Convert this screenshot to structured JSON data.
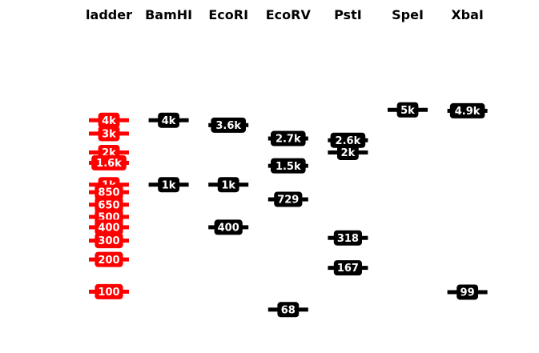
{
  "chart_data": {
    "type": "gel",
    "size_axis": "log",
    "ladder_color": "#ff0000",
    "digest_color": "#000000",
    "label_text_color": "#ffffff",
    "lanes": [
      {
        "name": "ladder",
        "role": "ladder",
        "bands": [
          {
            "size": 4000,
            "label": "4k"
          },
          {
            "size": 3000,
            "label": "3k"
          },
          {
            "size": 2000,
            "label": "2k"
          },
          {
            "size": 1600,
            "label": "1.6k"
          },
          {
            "size": 1000,
            "label": "1k"
          },
          {
            "size": 850,
            "label": "850"
          },
          {
            "size": 650,
            "label": "650"
          },
          {
            "size": 500,
            "label": "500"
          },
          {
            "size": 400,
            "label": "400"
          },
          {
            "size": 300,
            "label": "300"
          },
          {
            "size": 200,
            "label": "200"
          },
          {
            "size": 100,
            "label": "100"
          }
        ]
      },
      {
        "name": "BamHI",
        "role": "digest",
        "bands": [
          {
            "size": 4000,
            "label": "4k"
          },
          {
            "size": 1000,
            "label": "1k"
          }
        ]
      },
      {
        "name": "EcoRI",
        "role": "digest",
        "bands": [
          {
            "size": 3600,
            "label": "3.6k"
          },
          {
            "size": 1000,
            "label": "1k"
          },
          {
            "size": 400,
            "label": "400"
          }
        ]
      },
      {
        "name": "EcoRV",
        "role": "digest",
        "bands": [
          {
            "size": 2700,
            "label": "2.7k"
          },
          {
            "size": 1500,
            "label": "1.5k"
          },
          {
            "size": 729,
            "label": "729"
          },
          {
            "size": 68,
            "label": "68"
          }
        ]
      },
      {
        "name": "PstI",
        "role": "digest",
        "bands": [
          {
            "size": 2600,
            "label": "2.6k"
          },
          {
            "size": 2000,
            "label": "2k"
          },
          {
            "size": 318,
            "label": "318"
          },
          {
            "size": 167,
            "label": "167"
          }
        ]
      },
      {
        "name": "SpeI",
        "role": "digest",
        "bands": [
          {
            "size": 5000,
            "label": "5k"
          }
        ]
      },
      {
        "name": "XbaI",
        "role": "digest",
        "bands": [
          {
            "size": 4900,
            "label": "4.9k"
          },
          {
            "size": 99,
            "label": "99"
          }
        ]
      }
    ]
  }
}
